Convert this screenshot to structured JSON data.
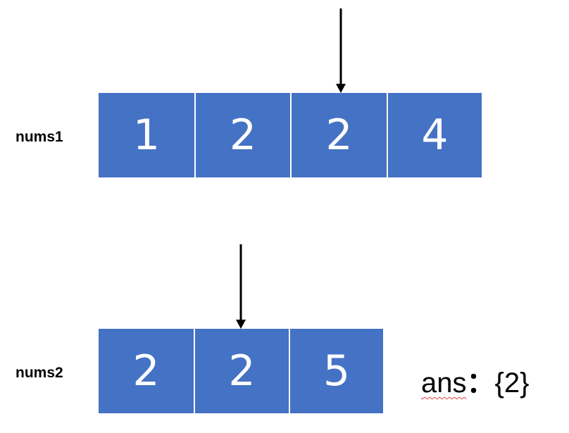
{
  "arrays": [
    {
      "label": "nums1",
      "values": [
        "1",
        "2",
        "2",
        "4"
      ],
      "pointer_index": 2
    },
    {
      "label": "nums2",
      "values": [
        "2",
        "2",
        "5"
      ],
      "pointer_index": 1
    }
  ],
  "answer": {
    "key": "ans",
    "colon": "：",
    "value": "{2}"
  },
  "colors": {
    "cell_fill": "#4472C4",
    "cell_text": "#FFFFFF",
    "arrow": "#000000",
    "spellcheck_underline": "#E04040"
  }
}
